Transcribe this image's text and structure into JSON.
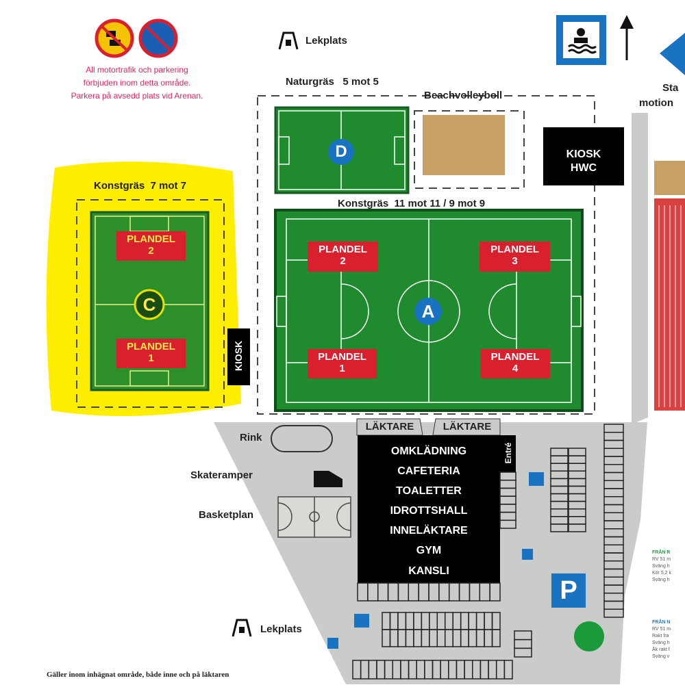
{
  "notice": {
    "line1": "All motortrafik och parkering",
    "line2": "förbjuden inom detta område.",
    "line3": "Parkera på avsedd plats vid Arenan."
  },
  "labels": {
    "lekplats_top": "Lekplats",
    "lekplats_bottom": "Lekplats",
    "naturgras": "Naturgräs   5 mot 5",
    "beachvolleyboll": "Beachvolleyboll",
    "kiosk_hwc_1": "KIOSK",
    "kiosk_hwc_2": "HWC",
    "konstgras_7": "Konstgräs  7 mot 7",
    "konstgras_11": "Konstgräs  11 mot 11 / 9 mot 9",
    "kiosk_side": "KIOSK",
    "sta": "Sta",
    "motion": "motion",
    "rink": "Rink",
    "skateramper": "Skateramper",
    "basketplan": "Basketplan",
    "laktare_left": "LÄKTARE",
    "laktare_right": "LÄKTARE",
    "entre": "Entré",
    "parking": "P",
    "footer": "Gäller inom inhägnat område, både inne och på läktaren"
  },
  "fields": {
    "D": {
      "letter": "D"
    },
    "A": {
      "letter": "A",
      "plandel": [
        {
          "label": "PLANDEL",
          "num": "2"
        },
        {
          "label": "PLANDEL",
          "num": "3"
        },
        {
          "label": "PLANDEL",
          "num": "1"
        },
        {
          "label": "PLANDEL",
          "num": "4"
        }
      ]
    },
    "C": {
      "letter": "C",
      "plandel": [
        {
          "label": "PLANDEL",
          "num": "2"
        },
        {
          "label": "PLANDEL",
          "num": "1"
        }
      ]
    }
  },
  "building": [
    "OMKLÄDNING",
    "CAFETERIA",
    "TOALETTER",
    "IDROTTSHALL",
    "INNELÄKTARE",
    "GYM",
    "KANSLI"
  ],
  "directions": {
    "from_r": {
      "title": "FRÅN R",
      "lines": [
        "RV 51 m",
        "Sväng h",
        "Kör 5,2 k",
        "Sväng h"
      ]
    },
    "from_n": {
      "title": "FRÅN N",
      "lines": [
        "RV 51 m",
        "Rakt fra",
        "Sväng h",
        "Åk rakt f",
        "Sväng v"
      ]
    }
  },
  "colors": {
    "field": "#1f8a2e",
    "plandel": "#d9202e",
    "highlight": "#ffee00",
    "sign_blue": "#1a73c0"
  }
}
